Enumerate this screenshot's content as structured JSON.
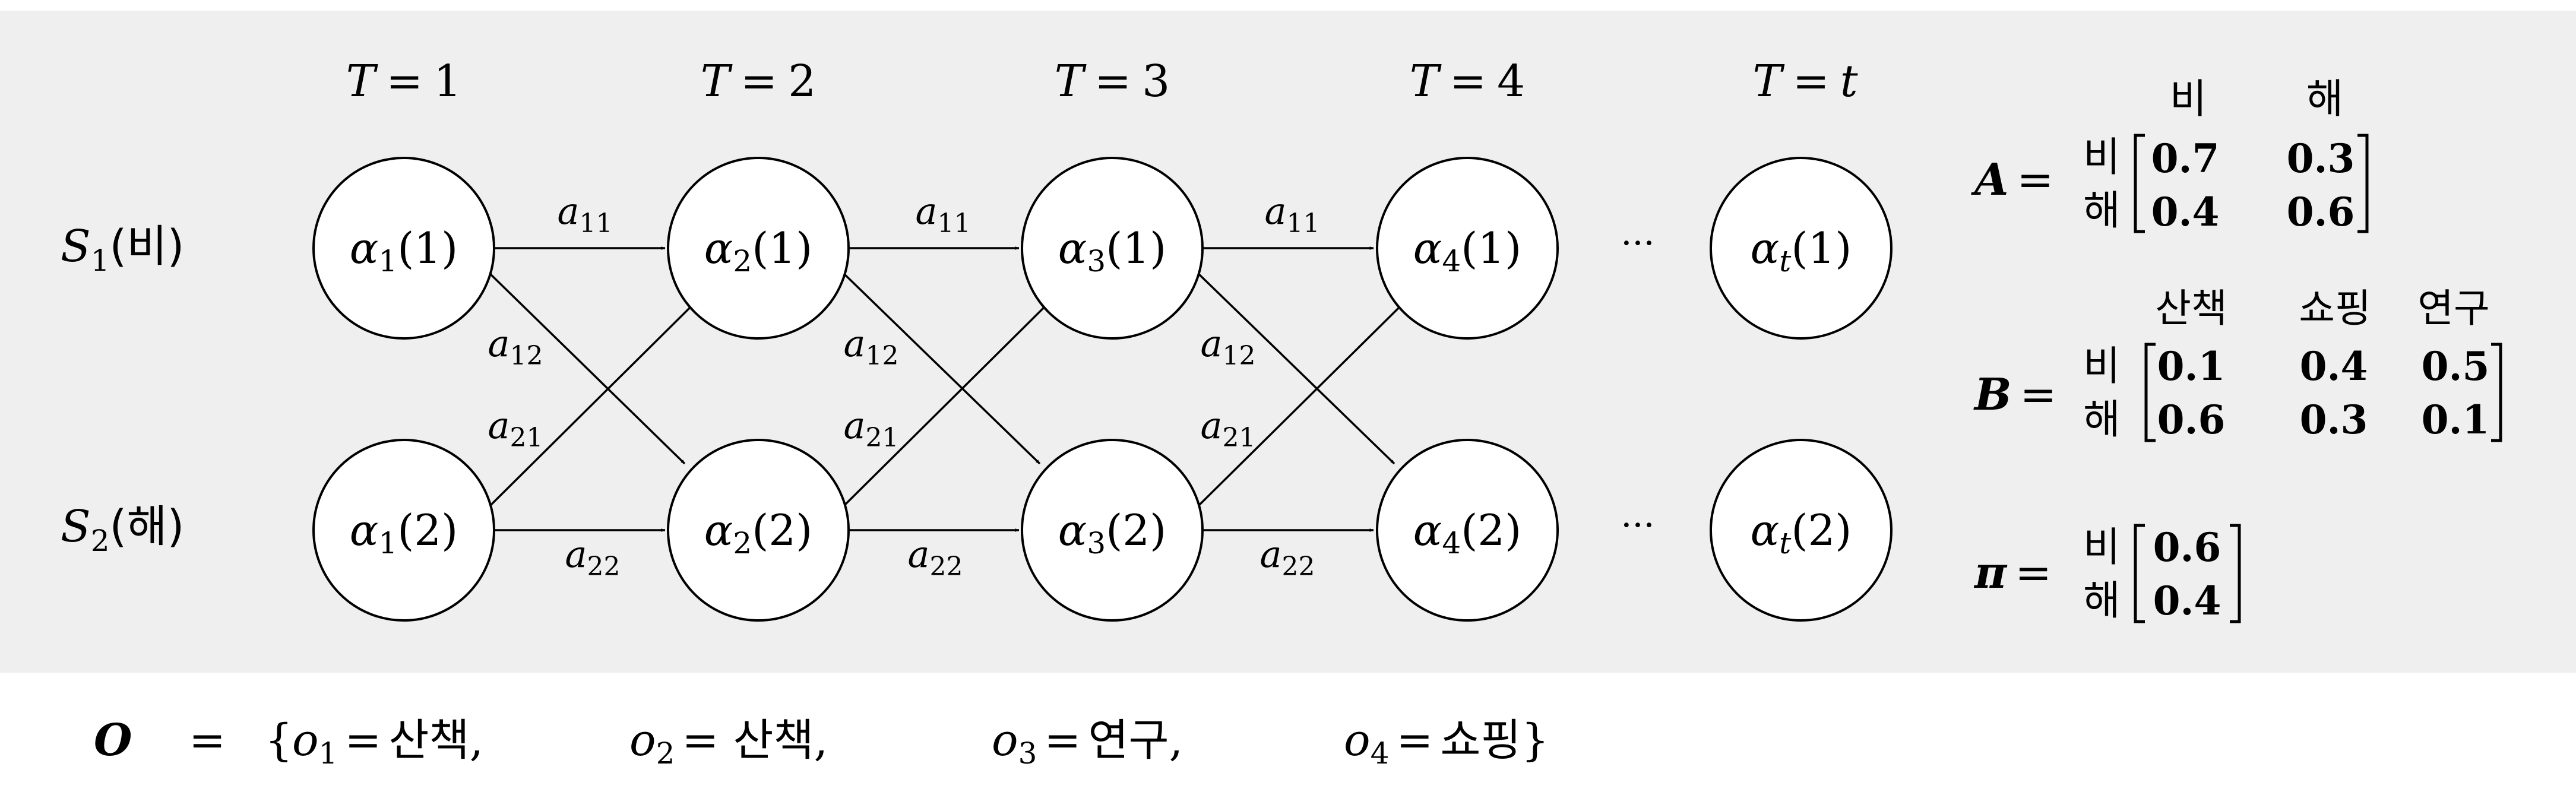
{
  "time_labels": {
    "t1": {
      "T": "T",
      "eq": "=",
      "val": "1"
    },
    "t2": {
      "T": "T",
      "eq": "=",
      "val": "2"
    },
    "t3": {
      "T": "T",
      "eq": "=",
      "val": "3"
    },
    "t4": {
      "T": "T",
      "eq": "=",
      "val": "4"
    },
    "tt": {
      "T": "T",
      "eq": "=",
      "val": "t"
    }
  },
  "states": {
    "s1": {
      "sym": "S",
      "sub": "1",
      "name": "(비)"
    },
    "s2": {
      "sym": "S",
      "sub": "2",
      "name": "(해)"
    }
  },
  "nodes": {
    "n11": {
      "sym": "α",
      "sub": "1",
      "arg": "(1)"
    },
    "n12": {
      "sym": "α",
      "sub": "1",
      "arg": "(2)"
    },
    "n21": {
      "sym": "α",
      "sub": "2",
      "arg": "(1)"
    },
    "n22": {
      "sym": "α",
      "sub": "2",
      "arg": "(2)"
    },
    "n31": {
      "sym": "α",
      "sub": "3",
      "arg": "(1)"
    },
    "n32": {
      "sym": "α",
      "sub": "3",
      "arg": "(2)"
    },
    "n41": {
      "sym": "α",
      "sub": "4",
      "arg": "(1)"
    },
    "n42": {
      "sym": "α",
      "sub": "4",
      "arg": "(2)"
    },
    "nt1": {
      "sym": "α",
      "sub": "t",
      "arg": "(1)"
    },
    "nt2": {
      "sym": "α",
      "sub": "t",
      "arg": "(2)"
    }
  },
  "edge_labels": {
    "a11": {
      "sym": "a",
      "sub": "11"
    },
    "a12": {
      "sym": "a",
      "sub": "12"
    },
    "a21": {
      "sym": "a",
      "sub": "21"
    },
    "a22": {
      "sym": "a",
      "sub": "22"
    }
  },
  "ellipsis": "···",
  "matrix_A": {
    "name": "A",
    "eq": "=",
    "cols": [
      "비",
      "해"
    ],
    "rows": [
      "비",
      "해"
    ],
    "values": [
      [
        "0.7",
        "0.3"
      ],
      [
        "0.4",
        "0.6"
      ]
    ]
  },
  "matrix_B": {
    "name": "B",
    "eq": "=",
    "cols": [
      "산책",
      "쇼핑",
      "연구"
    ],
    "rows": [
      "비",
      "해"
    ],
    "values": [
      [
        "0.1",
        "0.4",
        "0.5"
      ],
      [
        "0.6",
        "0.3",
        "0.1"
      ]
    ]
  },
  "vector_pi": {
    "name": "π",
    "eq": "=",
    "rows": [
      "비",
      "해"
    ],
    "values": [
      "0.6",
      "0.4"
    ]
  },
  "observations": {
    "name": "O",
    "eq": "=",
    "open": "{",
    "close": "}",
    "items": [
      {
        "sym": "o",
        "sub": "1",
        "eq": "=",
        "value": "산책",
        "sep": ","
      },
      {
        "sym": "o",
        "sub": "2",
        "eq": "=",
        "value": "산책",
        "sep": ","
      },
      {
        "sym": "o",
        "sub": "3",
        "eq": "=",
        "value": "연구",
        "sep": ","
      },
      {
        "sym": "o",
        "sub": "4",
        "eq": "=",
        "value": "쇼핑",
        "sep": ""
      }
    ]
  }
}
